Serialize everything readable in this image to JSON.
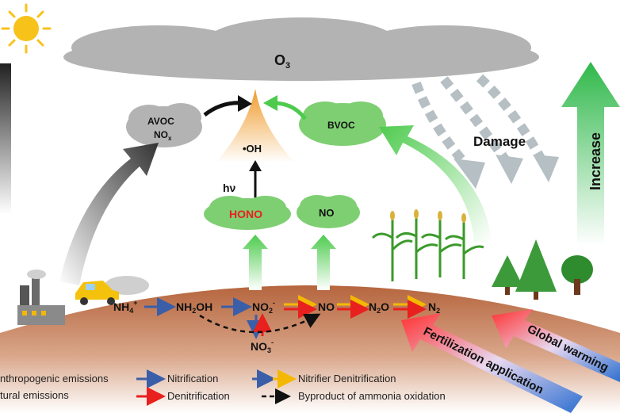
{
  "labels": {
    "o3": "O",
    "o3_sub": "3",
    "avoc": "AVOC",
    "nox": "NO",
    "nox_sub": "x",
    "bvoc": "BVOC",
    "oh": "•OH",
    "hv": "hν",
    "hono": "HONO",
    "no_cloud": "NO",
    "damage": "Damage",
    "increase": "Increase",
    "fertilization": "Fertilization application",
    "global_warming": "Global warming"
  },
  "reaction_chain": {
    "nh4": "NH",
    "nh4_sub": "4",
    "nh4_sup": "+",
    "nh2oh": "NH",
    "nh2oh_sub": "2",
    "nh2oh_tail": "OH",
    "no2": "NO",
    "no2_sub": "2",
    "no2_sup": "-",
    "no": "NO",
    "n2o": "N",
    "n2o_sub": "2",
    "n2o_tail": "O",
    "n2": "N",
    "n2_sub": "2",
    "no3": "NO",
    "no3_sub": "3",
    "no3_sup": "-"
  },
  "legend": {
    "anthropogenic": "nthropogenic emissions",
    "natural": "tural emissions",
    "nitrification": "Nitrification",
    "denitrification": "Denitrification",
    "nitrifier_denitrification": "Nitrifier Denitrification",
    "byproduct": "Byproduct of ammonia oxidation"
  },
  "colors": {
    "nitrification": "#3b5ea8",
    "denitrification": "#e8201e",
    "nitrifier_denitrification": "#f5b800",
    "byproduct": "#111111",
    "soil": "#b5653d",
    "cloud_gray": "#b3b3b3",
    "cloud_green": "#7ecf72",
    "oh_plume": "#f0a23a"
  }
}
